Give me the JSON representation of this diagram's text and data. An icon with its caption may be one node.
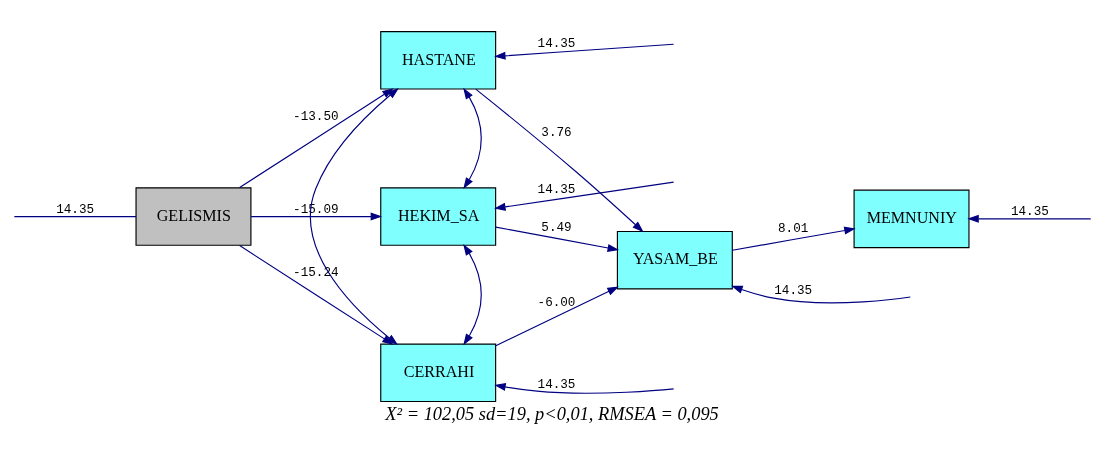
{
  "diagram": {
    "caption": "X² = 102,05 sd=19, p<0,01, RMSEA = 0,095",
    "nodes": [
      {
        "text": [
          "GELISMIS"
        ]
      },
      {
        "text": [
          "HASTANE"
        ]
      },
      {
        "text": [
          "HEKIM_SA"
        ]
      },
      {
        "text": [
          "CERRAHI"
        ]
      },
      {
        "text": [
          "YASAM_BE"
        ]
      },
      {
        "text": [
          "MEMNUNIY"
        ]
      }
    ],
    "edges": [
      {
        "from": null,
        "to": 0,
        "arrow": "none",
        "label": "14.35"
      },
      {
        "from": 0,
        "to": 1,
        "arrow": "to",
        "label": "-13.50"
      },
      {
        "from": 0,
        "to": 2,
        "arrow": "to",
        "label": "-15.09"
      },
      {
        "from": 0,
        "to": 3,
        "arrow": "to",
        "label": "-15.24"
      },
      {
        "from": null,
        "to": 1,
        "arrow": "to",
        "label": "14.35"
      },
      {
        "from": null,
        "to": 2,
        "arrow": "to",
        "label": "14.35"
      },
      {
        "from": null,
        "to": 3,
        "arrow": "to",
        "label": "14.35"
      },
      {
        "from": 1,
        "to": 2,
        "arrow": "both"
      },
      {
        "from": 1,
        "to": 3,
        "arrow": "both"
      },
      {
        "from": 2,
        "to": 3,
        "arrow": "both"
      },
      {
        "from": 1,
        "to": 4,
        "arrow": "to",
        "label": "3.76"
      },
      {
        "from": 2,
        "to": 4,
        "arrow": "to",
        "label": "5.49"
      },
      {
        "from": 3,
        "to": 4,
        "arrow": "to",
        "label": "-6.00"
      },
      {
        "from": 4,
        "to": 5,
        "arrow": "to",
        "label": "8.01"
      },
      {
        "from": null,
        "to": 4,
        "arrow": "to",
        "label": "14.35"
      },
      {
        "from": null,
        "to": 5,
        "arrow": "to",
        "label": "14.35"
      }
    ]
  }
}
